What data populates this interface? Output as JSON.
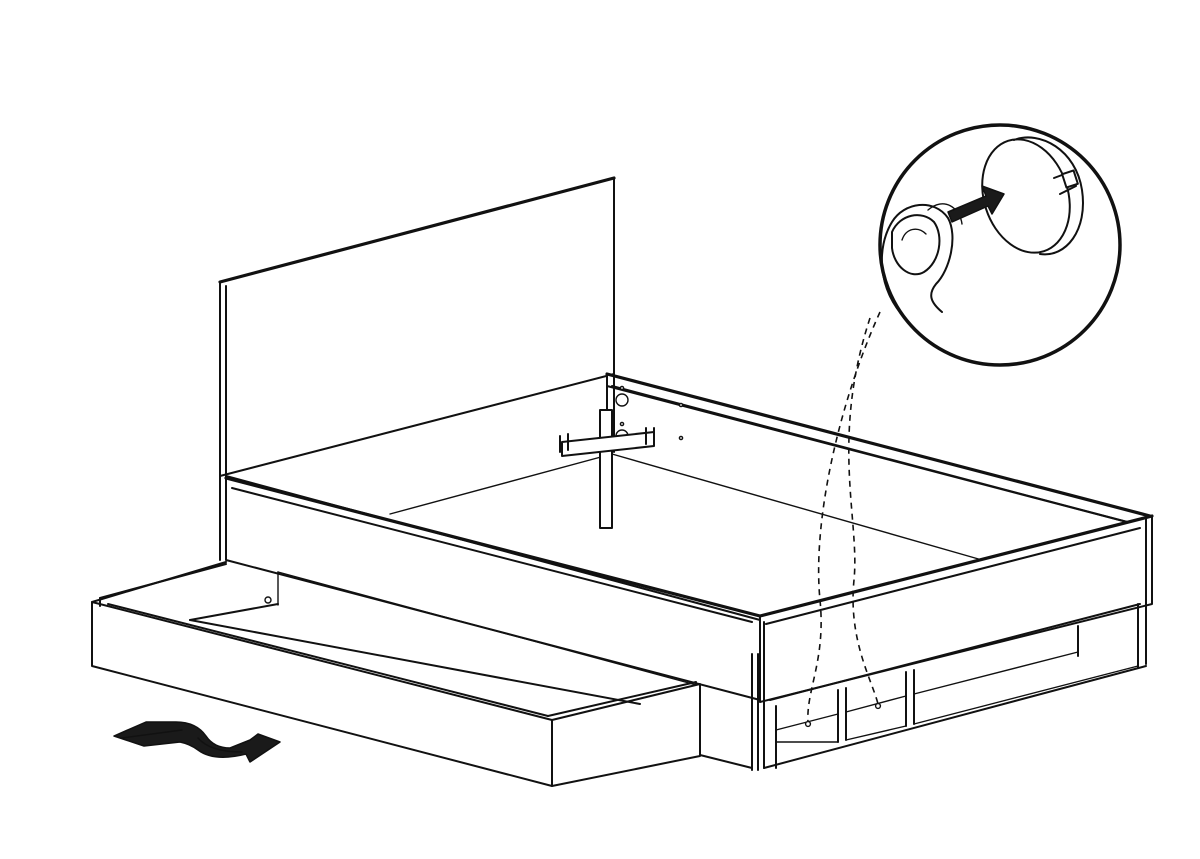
{
  "diagram": {
    "type": "assembly-instruction",
    "components": [
      "headboard",
      "bed-frame",
      "side-rail",
      "center-support-leg",
      "storage-drawer",
      "open-storage-compartment",
      "push-in-fitting"
    ],
    "icons": {
      "insert_arrow": "arrow-icon",
      "detail_callout": "magnifier-callout-icon",
      "finger": "finger-icon"
    },
    "colors": {
      "line": "#111111",
      "background": "#ffffff",
      "arrow_fill": "#1a1a1a"
    }
  }
}
